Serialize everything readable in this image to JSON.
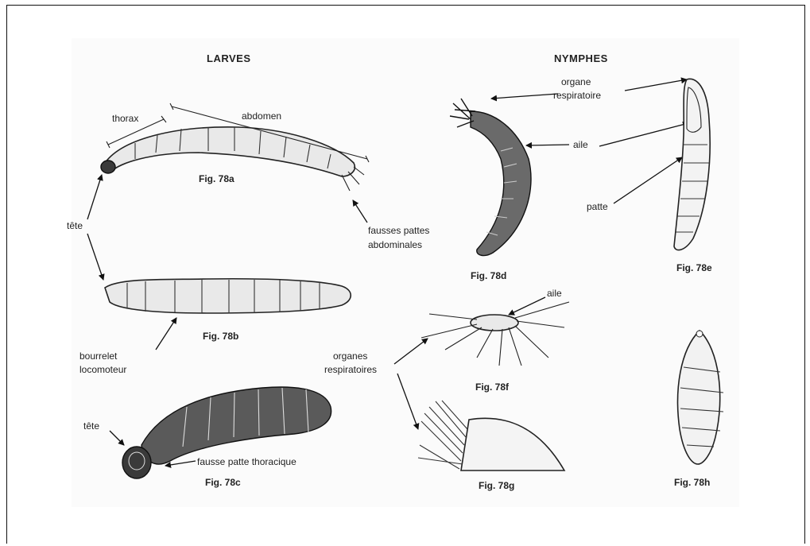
{
  "headers": {
    "larves": "LARVES",
    "nymphes": "NYMPHES"
  },
  "labels": {
    "thorax": "thorax",
    "abdomen": "abdomen",
    "tete_1": "tête",
    "tete_2": "tête",
    "fausses_pattes_1": "fausses pattes",
    "fausses_pattes_2": "abdominales",
    "bourrelet_1": "bourrelet",
    "bourrelet_2": "locomoteur",
    "fausse_patte_thoracique": "fausse patte thoracique",
    "organe_1": "organe",
    "organe_2": "respiratoire",
    "aile_1": "aile",
    "aile_2": "aile",
    "patte": "patte",
    "organes_1": "organes",
    "organes_2": "respiratoires"
  },
  "figures": {
    "a": "Fig. 78a",
    "b": "Fig. 78b",
    "c": "Fig. 78c",
    "d": "Fig. 78d",
    "e": "Fig. 78e",
    "f": "Fig. 78f",
    "g": "Fig. 78g",
    "h": "Fig. 78h"
  }
}
